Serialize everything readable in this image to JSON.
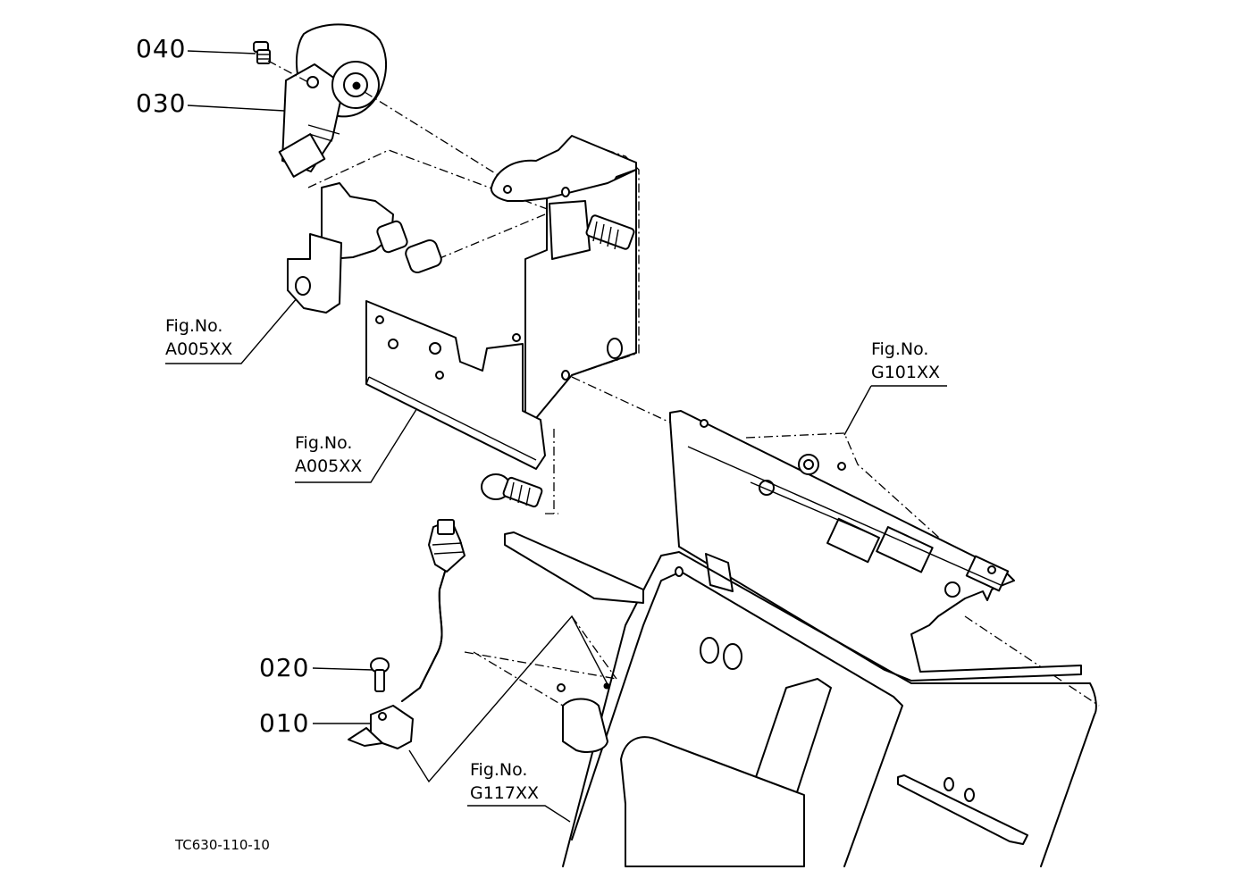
{
  "diagram": {
    "part_labels": [
      {
        "id": "040",
        "text": "040"
      },
      {
        "id": "030",
        "text": "030"
      },
      {
        "id": "020",
        "text": "020"
      },
      {
        "id": "010",
        "text": "010"
      }
    ],
    "figure_refs": [
      {
        "id": "a005-upper",
        "line1": "Fig.No.",
        "line2": "A005XX"
      },
      {
        "id": "a005-lower",
        "line1": "Fig.No.",
        "line2": "A005XX"
      },
      {
        "id": "g101",
        "line1": "Fig.No.",
        "line2": "G101XX"
      },
      {
        "id": "g117",
        "line1": "Fig.No.",
        "line2": "G117XX"
      }
    ],
    "drawing_code": "TC630-110-10",
    "colors": {
      "line": "#000000",
      "background": "#ffffff"
    }
  }
}
